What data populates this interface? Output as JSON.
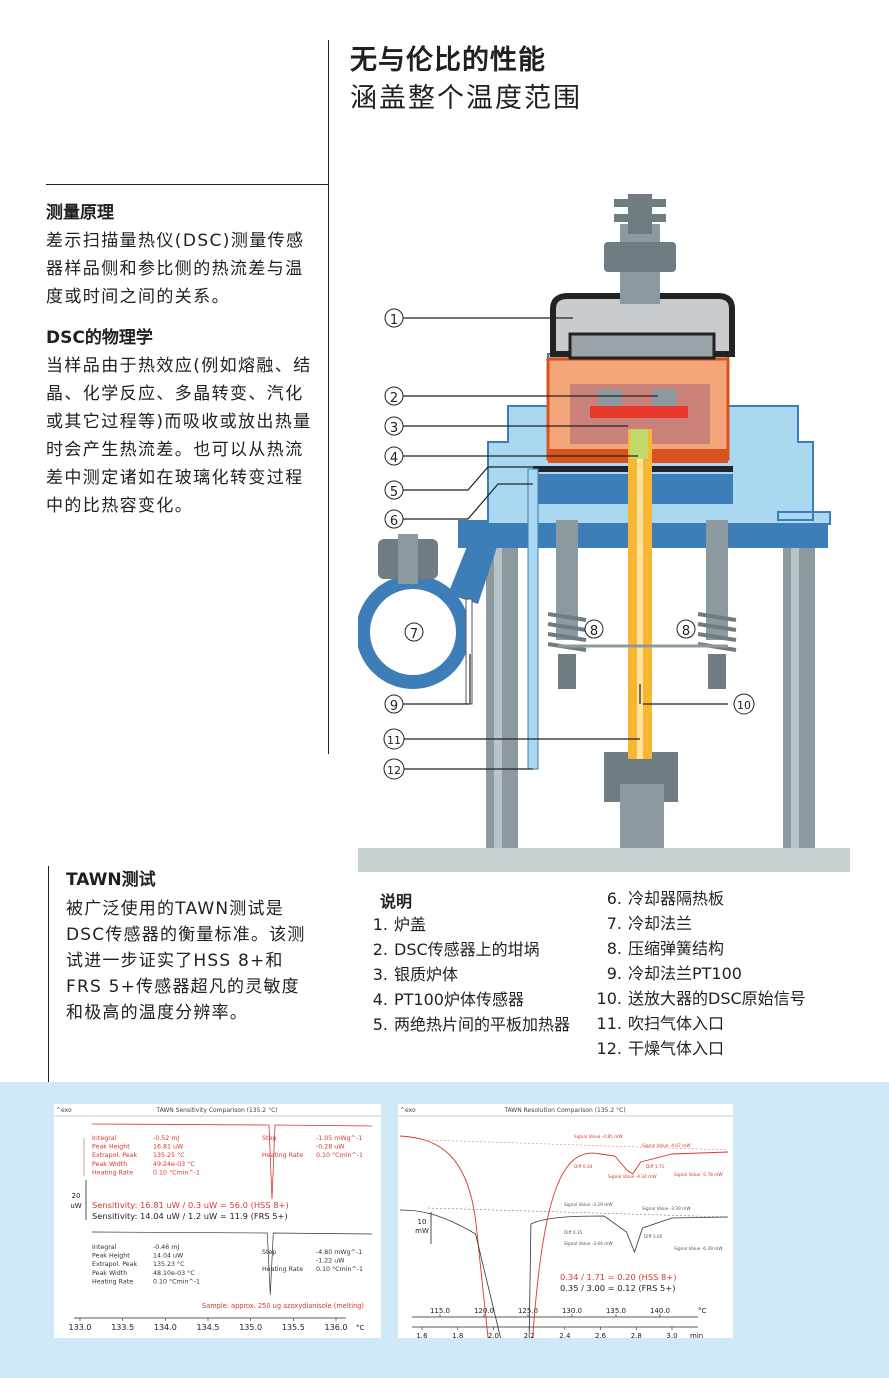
{
  "header": {
    "title": "无与伦比的性能",
    "subtitle": "涵盖整个温度范围"
  },
  "sections": [
    {
      "heading": "测量原理",
      "body": "差示扫描量热仪(DSC)测量传感器样品侧和参比侧的热流差与温度或时间之间的关系。"
    },
    {
      "heading": "DSC的物理学",
      "body": "当样品由于热效应(例如熔融、结晶、化学反应、多晶转变、汽化或其它过程等)而吸收或放出热量时会产生热流差。也可以从热流差中测定诸如在玻璃化转变过程中的比热容变化。"
    }
  ],
  "tawn": {
    "heading": "TAWN测试",
    "body": "被广泛使用的TAWN测试是DSC传感器的衡量标准。该测试进一步证实了HSS 8+和FRS 5+传感器超凡的灵敏度和极高的温度分辨率。"
  },
  "diagram": {
    "callouts": [
      "①",
      "②",
      "③",
      "④",
      "⑤",
      "⑥",
      "⑦",
      "⑧",
      "⑨",
      "⑩",
      "⑪",
      "⑫"
    ],
    "colors": {
      "cooling": "#a9d8f0",
      "flange": "#3d7db8",
      "furnace": "#f4a67a",
      "sensor": "#e8392b",
      "gas": "#f7b733",
      "metal": "#8c9aa0",
      "base": "#c9d2d3"
    }
  },
  "legend": {
    "title": "说明",
    "left": [
      {
        "n": "1.",
        "t": "炉盖"
      },
      {
        "n": "2.",
        "t": "DSC传感器上的坩埚"
      },
      {
        "n": "3.",
        "t": "银质炉体"
      },
      {
        "n": "4.",
        "t": "PT100炉体传感器"
      },
      {
        "n": "5.",
        "t": "两绝热片间的平板加热器"
      }
    ],
    "right": [
      {
        "n": "6.",
        "t": "冷却器隔热板"
      },
      {
        "n": "7.",
        "t": "冷却法兰"
      },
      {
        "n": "8.",
        "t": "压缩弹簧结构"
      },
      {
        "n": "9.",
        "t": "冷却法兰PT100"
      },
      {
        "n": "10.",
        "t": "送放大器的DSC原始信号"
      },
      {
        "n": "11.",
        "t": "吹扫气体入口"
      },
      {
        "n": "12.",
        "t": "干燥气体入口"
      }
    ]
  },
  "chart_data": [
    {
      "type": "line",
      "title": "TAWN Sensitivity Comparison (135.2 °C)",
      "corner_label": "^exo",
      "xlabel": "°C",
      "x_ticks": [
        "133.0",
        "133.5",
        "134.0",
        "134.5",
        "135.0",
        "135.5",
        "136.0"
      ],
      "xlim": [
        133.0,
        136.0
      ],
      "scale_bar": "20 uW",
      "series": [
        {
          "name": "HSS 8+",
          "color": "#d8372c",
          "peak_x": 135.25,
          "peak_depth_uW": 16.81
        },
        {
          "name": "FRS 5+",
          "color": "#333333",
          "peak_x": 135.23,
          "peak_depth_uW": 14.04
        }
      ],
      "red_table": [
        [
          "Integral",
          "-0.52 mJ"
        ],
        [
          "Peak Height",
          "16.81 uW"
        ],
        [
          "Extrapol. Peak",
          "135.25 °C"
        ],
        [
          "Peak Width",
          "49.24e-03 °C"
        ],
        [
          "Heating Rate",
          "0.10 °Cmin^-1"
        ]
      ],
      "red_step": [
        [
          "Step",
          "-1.05 mWg^-1"
        ],
        [
          "",
          "-0.28 uW"
        ],
        [
          "Heating Rate",
          "0.10 °Cmin^-1"
        ]
      ],
      "black_table": [
        [
          "Integral",
          "-0.46 mJ"
        ],
        [
          "Peak Height",
          "14.04 uW"
        ],
        [
          "Extrapol. Peak",
          "135.23 °C"
        ],
        [
          "Peak Width",
          "48.10e-03 °C"
        ],
        [
          "Heating Rate",
          "0.10 °Cmin^-1"
        ]
      ],
      "black_step": [
        [
          "Step",
          "-4.80 mWg^-1"
        ],
        [
          "",
          "-1.22 uW"
        ],
        [
          "Heating Rate",
          "0.10 °Cmin^-1"
        ]
      ],
      "sensitivity_red": "Sensitivity: 16.81 uW / 0.3 uW = 56.0 (HSS 8+)",
      "sensitivity_black": "Sensitivity: 14.04 uW / 1.2 uW = 11.9 (FRS 5+)",
      "sample_note": "Sample: approx. 250 ug azoxydianisole (melting)"
    },
    {
      "type": "line",
      "title": "TAWN Resolution Comparison (135.2 °C)",
      "corner_label": "^exo",
      "xlabel_top": "°C",
      "xlabel_bottom": "min",
      "x_ticks_top": [
        "115.0",
        "120.0",
        "125.0",
        "130.0",
        "135.0",
        "140.0"
      ],
      "x_ticks_bottom": [
        "1.6",
        "1.8",
        "2.0",
        "2.2",
        "2.4",
        "2.6",
        "2.8",
        "3.0"
      ],
      "xlim_min": [
        1.6,
        3.0
      ],
      "scale_bar": "10 mW",
      "series": [
        {
          "name": "HSS 8+",
          "color": "#d8372c"
        },
        {
          "name": "FRS 5+",
          "color": "#333333"
        }
      ],
      "red_annotations": [
        "Signal Value  -4.85 mW",
        "Signal Value  -4.07 mW",
        "Diff 0.34",
        "Diff 1.71",
        "Signal Value  -4.34 mW",
        "Signal Value  -5.78 mW"
      ],
      "black_annotations": [
        "Signal Value  -3.29 mW",
        "Signal Value  -3.39 mW",
        "Diff 0.35",
        "Diff 3.00",
        "Signal Value  -3.64 mW",
        "Signal Value  -6.39 mW"
      ],
      "ratio_red": "0.34 / 1.71 = 0.20 (HSS 8+)",
      "ratio_black": "0.35 / 3.00 = 0.12 (FRS 5+)"
    }
  ]
}
